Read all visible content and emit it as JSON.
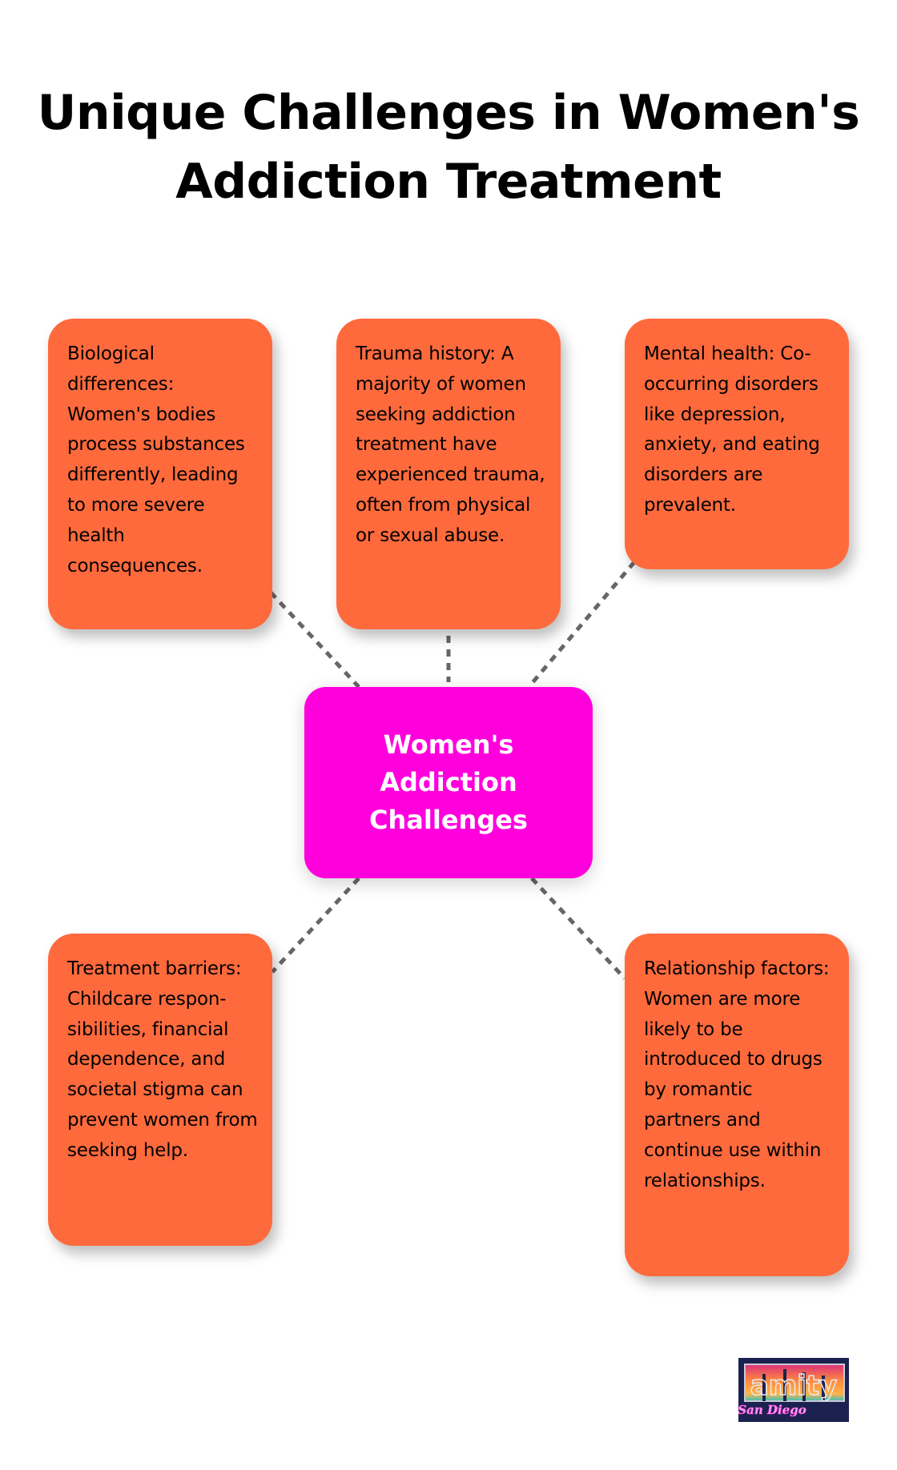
{
  "title": {
    "line1": "Unique Challenges in Women's",
    "line2": "Addiction Treatment"
  },
  "center": {
    "lines": [
      "Women's",
      "Addiction",
      "Challenges"
    ],
    "color": "#FF00DD"
  },
  "node_color": "#FF6A3D",
  "connector_color": "#666666",
  "nodes": [
    {
      "id": "biological",
      "text": "Biological differences: Women's bodies process substances differently, leading to more severe health consequences."
    },
    {
      "id": "trauma",
      "text": "Trauma history: A majority of women seeking addiction treatment have experienced trauma, often from physical or sexual abuse."
    },
    {
      "id": "mental-health",
      "text": "Mental health: Co-occurring disorders like depression, anxiety, and eating disorders are prevalent."
    },
    {
      "id": "treatment-barriers",
      "text": "Treatment barriers: Childcare respon-sibilities, financial dependence, and societal stigma can prevent women from seeking help."
    },
    {
      "id": "relationship",
      "text": "Relationship factors: Women are more likely to be introduced to drugs by romantic partners and continue use within relationships."
    }
  ],
  "logo": {
    "word": "amity",
    "script": "San Diego"
  }
}
